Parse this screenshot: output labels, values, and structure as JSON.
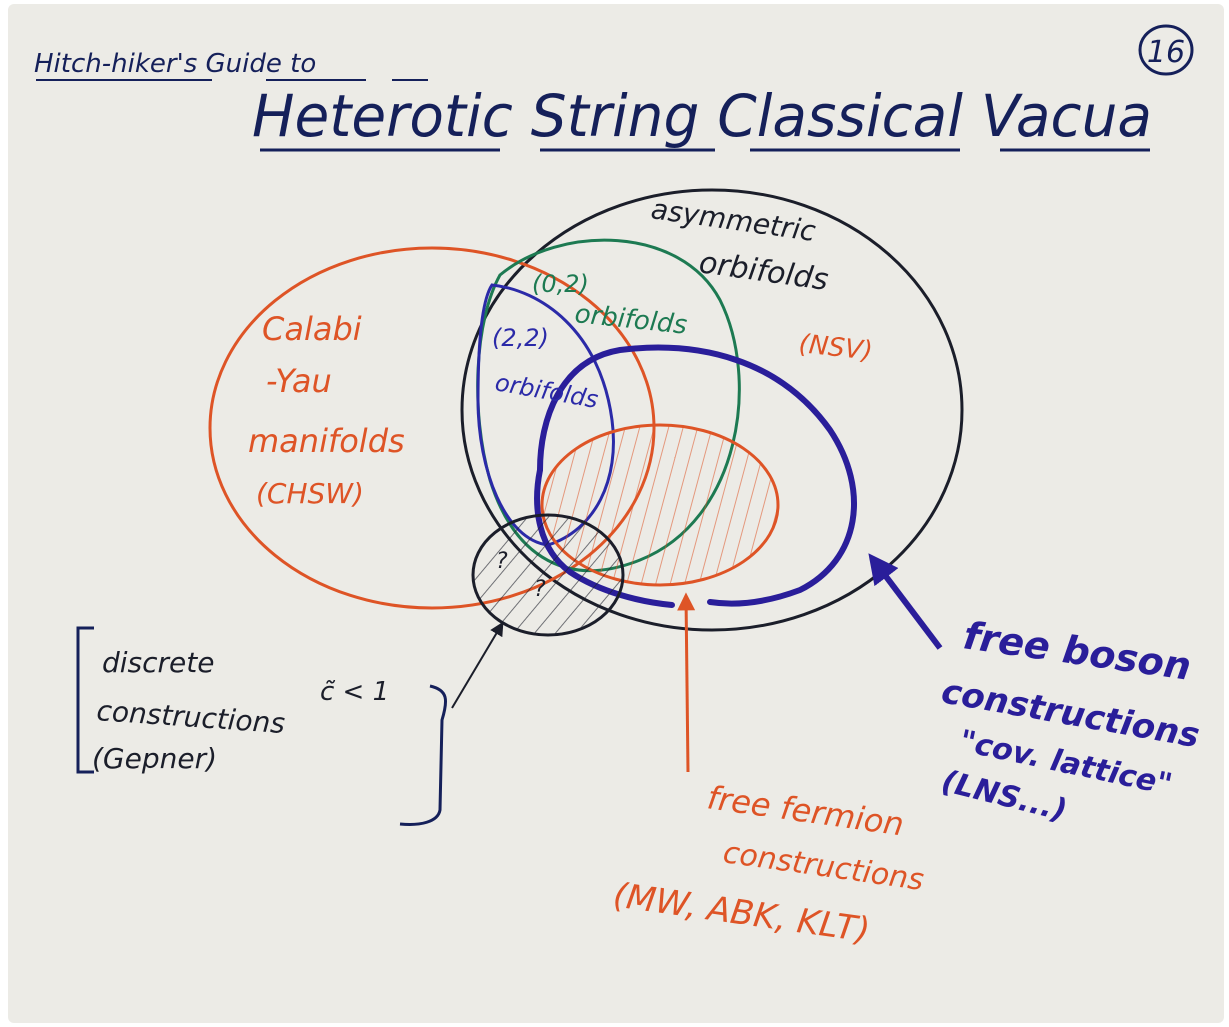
{
  "page_number": "16",
  "title": {
    "line1": "Hitch-hiker's Guide to",
    "line2": "Heterotic String Classical Vacua"
  },
  "regions": {
    "asymmetric": {
      "line1": "asymmetric",
      "line2": "orbifolds",
      "ref": "(NSV)"
    },
    "orbifolds_02": {
      "line1": "(0,2)",
      "line2": "orbifolds"
    },
    "orbifolds_22": {
      "line1": "(2,2)",
      "line2": "orbifolds"
    },
    "calabi_yau": {
      "line1": "Calabi",
      "line2": "-Yau",
      "line3": "manifolds",
      "ref": "(CHSW)"
    },
    "question_marks": [
      "?",
      "?"
    ]
  },
  "annotations": {
    "discrete": {
      "line1": "discrete",
      "c_tilde": "c̃ < 1",
      "line2": "constructions",
      "ref": "(Gepner)"
    },
    "free_fermion": {
      "line1": "free fermion",
      "line2": "constructions",
      "ref": "(MW, ABK, KLT)"
    },
    "free_boson": {
      "line1": "free boson",
      "line2": "constructions",
      "line3": "\"cov. lattice\"",
      "ref": "(LNS...)"
    }
  },
  "colors": {
    "board": "#ecebe6",
    "black_ink": "#1b1e2a",
    "navy_ink": "#15205a",
    "red_ink": "#de5426",
    "green_ink": "#1d7a52",
    "blue_ink": "#2b2aa8",
    "purple_ink": "#2a1e9a"
  }
}
